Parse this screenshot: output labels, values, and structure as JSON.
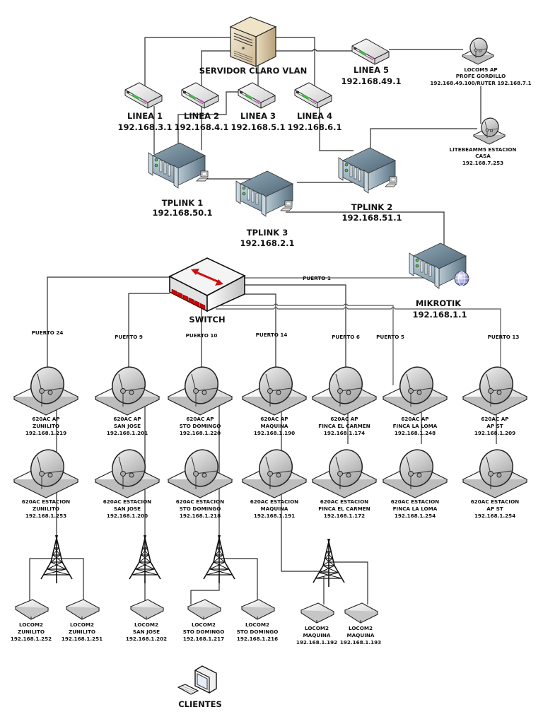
{
  "title": "Network topology diagram",
  "colors": {
    "line": "#2b2b2b",
    "rack_top": "#7f98a8",
    "rack_front": "#a9bfcc",
    "switch_port": "#d40000",
    "switch_arrow": "#cc1111",
    "modem_led_green": "#39c239",
    "modem_led_pink": "#d050c8",
    "globe": "#7b7fd6"
  },
  "server": {
    "label": "SERVIDOR CLARO VLAN"
  },
  "lineas": [
    {
      "name": "LINEA 1",
      "ip": "192.168.3.1"
    },
    {
      "name": "LINEA 2",
      "ip": "192.168.4.1"
    },
    {
      "name": "LINEA 3",
      "ip": "192.168.5.1"
    },
    {
      "name": "LINEA 4",
      "ip": "192.168.6.1"
    },
    {
      "name": "LINEA 5",
      "ip": "192.168.49.1"
    }
  ],
  "locom5_ap": {
    "lines": [
      "LOCOM5 AP",
      "PROFE GORDILLO",
      "192.168.49.100/RUTER 192.168.7.1"
    ]
  },
  "litebeam": {
    "lines": [
      "LITEBEAMM5 ESTACION",
      "CASA",
      "192.168.7.253"
    ]
  },
  "tplinks": [
    {
      "name": "TPLINK 1",
      "ip": "192.168.50.1"
    },
    {
      "name": "TPLINK 2",
      "ip": "192.168.51.1"
    },
    {
      "name": "TPLINK 3",
      "ip": "192.168.2.1"
    }
  ],
  "mikrotik": {
    "name": "MIKROTIK",
    "ip": "192.168.1.1"
  },
  "switch": {
    "label": "SWITCH",
    "uplink_port": "PUERTO 1"
  },
  "sites": [
    {
      "port": "PUERTO 24",
      "ap": [
        "620AC AP",
        "ZUNILITO",
        "192.168.1.219"
      ],
      "station": [
        "620AC ESTACION",
        "ZUNILITO",
        "192.168.1.253"
      ]
    },
    {
      "port": "PUERTO 9",
      "ap": [
        "620AC AP",
        "SAN JOSE",
        "192.168.1.201"
      ],
      "station": [
        "620AC ESTACION",
        "SAN JOSE",
        "192.168.1.200"
      ]
    },
    {
      "port": "PUERTO 10",
      "ap": [
        "620AC AP",
        "STO DOMINGO",
        "192.168.1.220"
      ],
      "station": [
        "620AC ESTACION",
        "STO DOMINGO",
        "192.168.1.218"
      ]
    },
    {
      "port": "PUERTO 14",
      "ap": [
        "620AC AP",
        "MAQUINA",
        "192.168.1.190"
      ],
      "station": [
        "620AC ESTACION",
        "MAQUINA",
        "192.168.1.191"
      ]
    },
    {
      "port": "PUERTO 6",
      "ap": [
        "620AC AP",
        "FINCA EL CARMEN",
        "192.168.1.174"
      ],
      "station": [
        "620AC ESTACION",
        "FINCA EL CARMEN",
        "192.168.1.172"
      ]
    },
    {
      "port": "PUERTO 5",
      "ap": [
        "620AC AP",
        "FINCA LA LOMA",
        "192.168.1.248"
      ],
      "station": [
        "620AC ESTACION",
        "FINCA LA LOMA",
        "192.168.1.254"
      ]
    },
    {
      "port": "PUERTO 13",
      "ap": [
        "620AC AP",
        "AP ST",
        "192.168.1.209"
      ],
      "station": [
        "620AC ESTACION",
        "AP ST",
        "192.168.1.254"
      ]
    }
  ],
  "clients": [
    [
      "LOCOM2",
      "ZUNILITO",
      "192.168.1.252"
    ],
    [
      "LOCOM2",
      "ZUNILITO",
      "192.168.1.251"
    ],
    [
      "LOCOM2",
      "SAN JOSE",
      "192.168.1.202"
    ],
    [
      "LOCOM2",
      "STO DOMINGO",
      "192.168.1.217"
    ],
    [
      "LOCOM2",
      "STO DOMINGO",
      "192.168.1.216"
    ],
    [
      "LOCOM2",
      "MAQUINA",
      "192.168.1.192"
    ],
    [
      "LOCOM2",
      "MAQUINA",
      "192.168.1.193"
    ]
  ],
  "clientes_label": "CLIENTES"
}
